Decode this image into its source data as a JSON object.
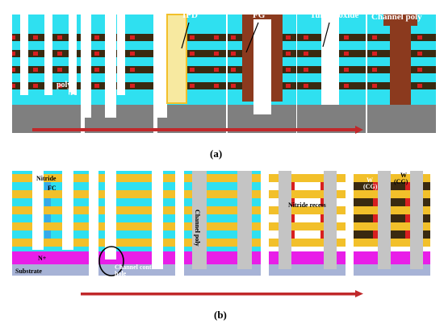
{
  "panel_a": {
    "caption": "(a)",
    "labels": {
      "poly": "poly",
      "oxide": "oxide",
      "ipd": "IPD",
      "fg": "FG",
      "tunnel_oxide": "Tunnel oxide",
      "channel_poly": "Channel poly"
    }
  },
  "panel_b": {
    "caption": "(b)",
    "labels": {
      "nitride": "Nitride",
      "fc": "FC",
      "n_plus": "N+",
      "substrate": "Substrate",
      "channel_contact_line1": "Channel contact",
      "channel_contact_line2": "hole",
      "channel_poly": "Channel poly",
      "nitride_recess": "Nitride recess",
      "w1": "W",
      "cg1": "(CG)",
      "w2": "W",
      "cg2": "(CG)"
    }
  },
  "colors": {
    "cyan": "#2fe0f0",
    "dark_green": "#3a2a10",
    "red": "#d81f1f",
    "gray": "#7f7f7f",
    "brown_fg": "#8b3a1e",
    "yellow": "#f2c02a",
    "blue_fc": "#37a9e8",
    "magenta": "#e81ee8",
    "substrate": "#a7b3d6",
    "light_gray": "#c4c4c4",
    "arrow": "#c0282a"
  }
}
